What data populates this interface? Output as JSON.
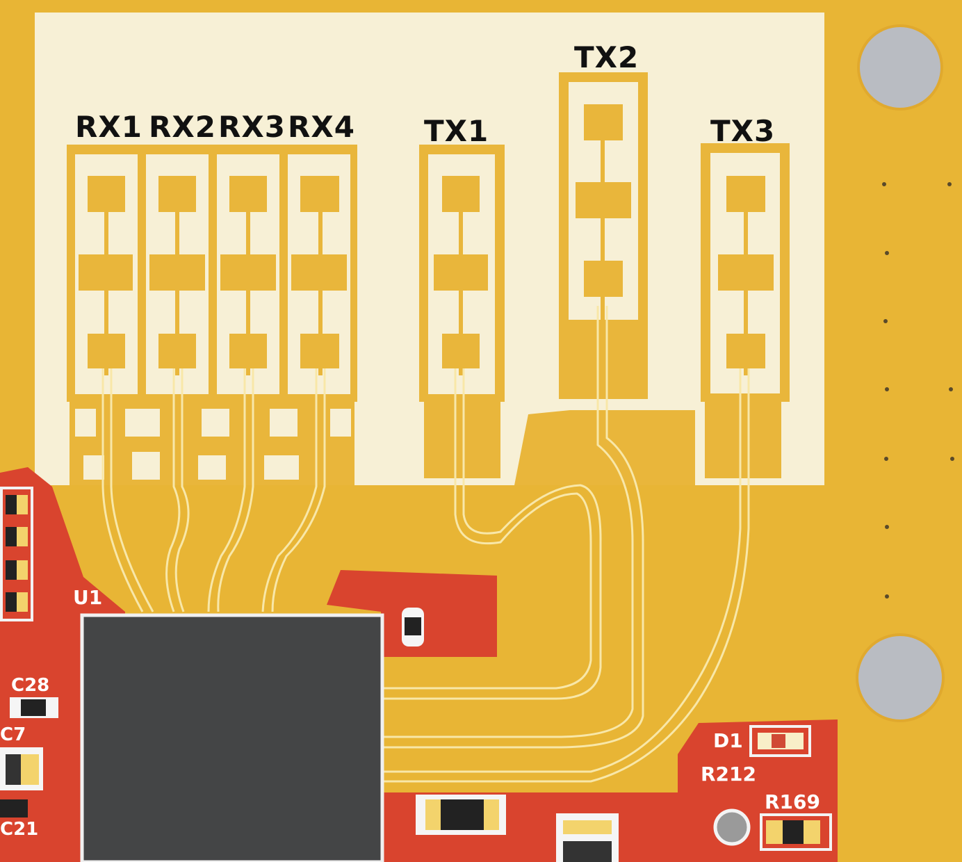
{
  "antenna_labels": {
    "rx1": "RX1",
    "rx2": "RX2",
    "rx3": "RX3",
    "rx4": "RX4",
    "tx1": "TX1",
    "tx2": "TX2",
    "tx3": "TX3"
  },
  "silkscreen": {
    "u1": "U1",
    "c28": "C28",
    "c7": "C7",
    "c21": "C21",
    "d1": "D1",
    "r212": "R212",
    "r169": "R169"
  },
  "colors": {
    "board_gold": "#e8b535",
    "antenna_area": "#f7f0d6",
    "patch_gold": "#e9b63b",
    "solder_mask_red": "#d9442e",
    "chip_dark": "#444546",
    "mount_hole": "#b9bcc2"
  }
}
